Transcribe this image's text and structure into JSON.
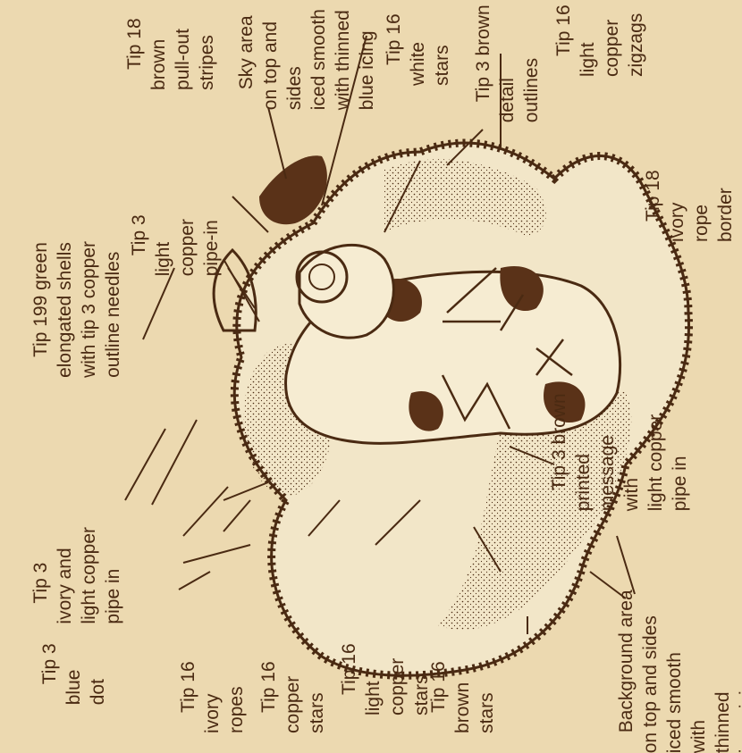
{
  "diagram": {
    "callouts": [
      {
        "id": "tip18-brown-stripes",
        "lines": [
          "Tip 18",
          "brown",
          "pull-out",
          "stripes"
        ]
      },
      {
        "id": "sky-area",
        "lines": [
          "Sky area",
          "on top and",
          "sides",
          "iced smooth",
          "with thinned",
          "blue icing"
        ]
      },
      {
        "id": "tip16-white-stars",
        "lines": [
          "Tip 16",
          "white",
          "stars"
        ]
      },
      {
        "id": "tip3-brown-outlines",
        "lines": [
          "Tip 3 brown",
          "detail",
          "outlines"
        ]
      },
      {
        "id": "tip16-copper-zigzags",
        "lines": [
          "Tip 16",
          "light",
          "copper",
          "zigzags"
        ]
      },
      {
        "id": "tip18-ivory-rope",
        "lines": [
          "Tip 18",
          "ivory",
          "rope",
          "border"
        ]
      },
      {
        "id": "tip3-light-copper-pipein",
        "lines": [
          "Tip 3",
          "light",
          "copper",
          "pipe-in"
        ]
      },
      {
        "id": "tip199-green-shells",
        "lines": [
          "Tip 199 green",
          "elongated shells",
          "with tip 3 copper",
          "outline needles"
        ]
      },
      {
        "id": "tip3-ivory-copper",
        "lines": [
          "Tip 3",
          "ivory and",
          "light copper",
          "pipe in"
        ]
      },
      {
        "id": "tip3-blue-dot",
        "lines": [
          "Tip 3",
          "blue",
          "dot"
        ]
      },
      {
        "id": "tip16-ivory-ropes",
        "lines": [
          "Tip 16",
          "ivory",
          "ropes"
        ]
      },
      {
        "id": "tip16-copper-stars",
        "lines": [
          "Tip 16",
          "copper",
          "stars"
        ]
      },
      {
        "id": "tip16-light-copper-stars",
        "lines": [
          "Tip 16",
          "light",
          "copper",
          "stars"
        ]
      },
      {
        "id": "tip16-brown-stars",
        "lines": [
          "Tip 16",
          "brown",
          "stars"
        ]
      },
      {
        "id": "background-area",
        "lines": [
          "Background area",
          "on top and sides",
          "iced smooth",
          "with",
          "thinned",
          "ivory icing"
        ]
      },
      {
        "id": "tip3-brown-message",
        "lines": [
          "Tip 3 brown",
          "printed",
          "message",
          "with",
          "light copper",
          "pipe in"
        ]
      }
    ]
  },
  "colors": {
    "paper": "#ecd9b0",
    "ink": "#4a2a12",
    "spot": "#5a3218"
  }
}
